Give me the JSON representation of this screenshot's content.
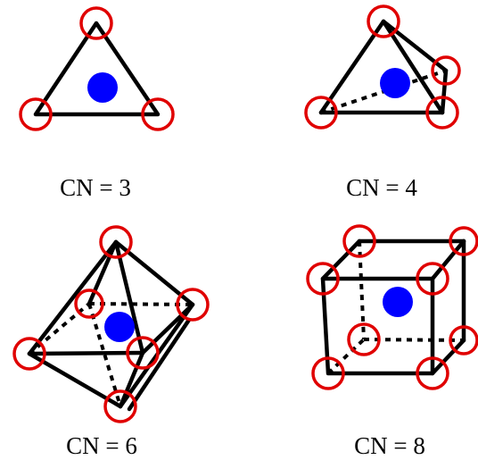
{
  "colors": {
    "background": "#ffffff",
    "bond": "#000000",
    "ligand_ring": "#e00000",
    "central_atom": "#0000ff"
  },
  "panels": [
    {
      "id": "cn3",
      "label": "CN = 3",
      "shape": "trigonal-planar"
    },
    {
      "id": "cn4",
      "label": "CN = 4",
      "shape": "tetrahedral"
    },
    {
      "id": "cn6",
      "label": "CN = 6",
      "shape": "octahedral"
    },
    {
      "id": "cn8",
      "label": "CN = 8",
      "shape": "cubic"
    }
  ]
}
